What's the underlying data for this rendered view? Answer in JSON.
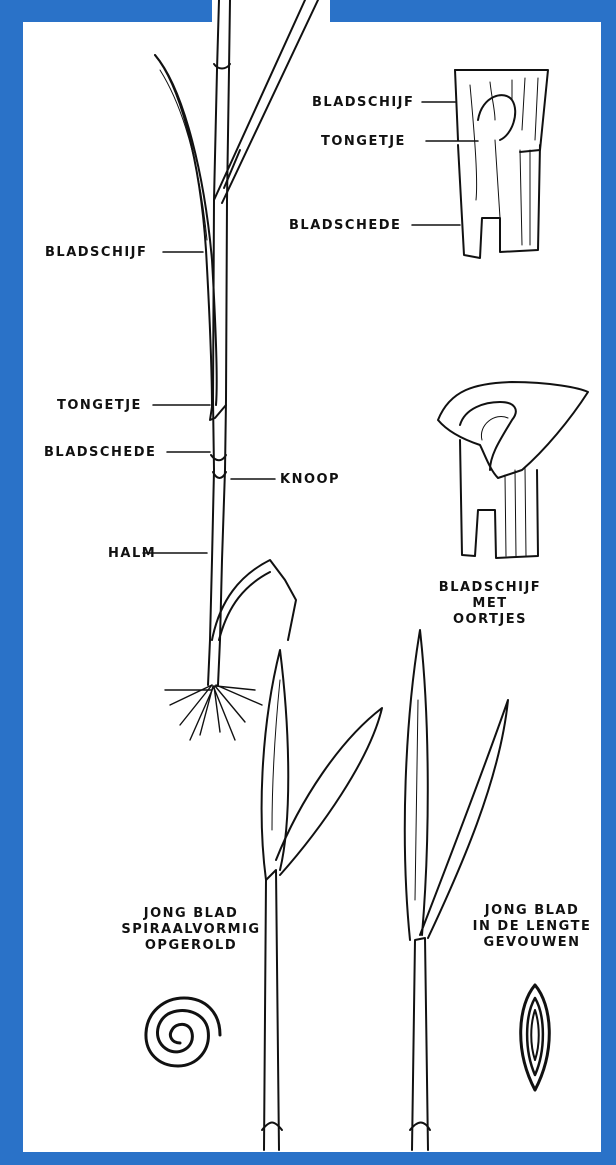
{
  "labels": {
    "bladschijf_left": "BLADSCHIJF",
    "tongetje_left": "TONGETJE",
    "bladschede_left": "BLADSCHEDE",
    "halm": "HALM",
    "knoop": "KNOOP",
    "bladschijf_detail": "BLADSCHIJF",
    "tongetje_detail": "TONGETJE",
    "bladschede_detail": "BLADSCHEDE"
  },
  "captions": {
    "oortjes": [
      "BLADSCHIJF",
      "MET",
      "OORTJES"
    ],
    "spiraal": [
      "JONG BLAD",
      "SPIRAALVORMIG",
      "OPGEROLD"
    ],
    "lengte": [
      "JONG BLAD",
      "IN DE LENGTE",
      "GEVOUWEN"
    ]
  },
  "colors": {
    "frame": "#2a72c8",
    "paper": "#ffffff",
    "ink": "#111111"
  }
}
